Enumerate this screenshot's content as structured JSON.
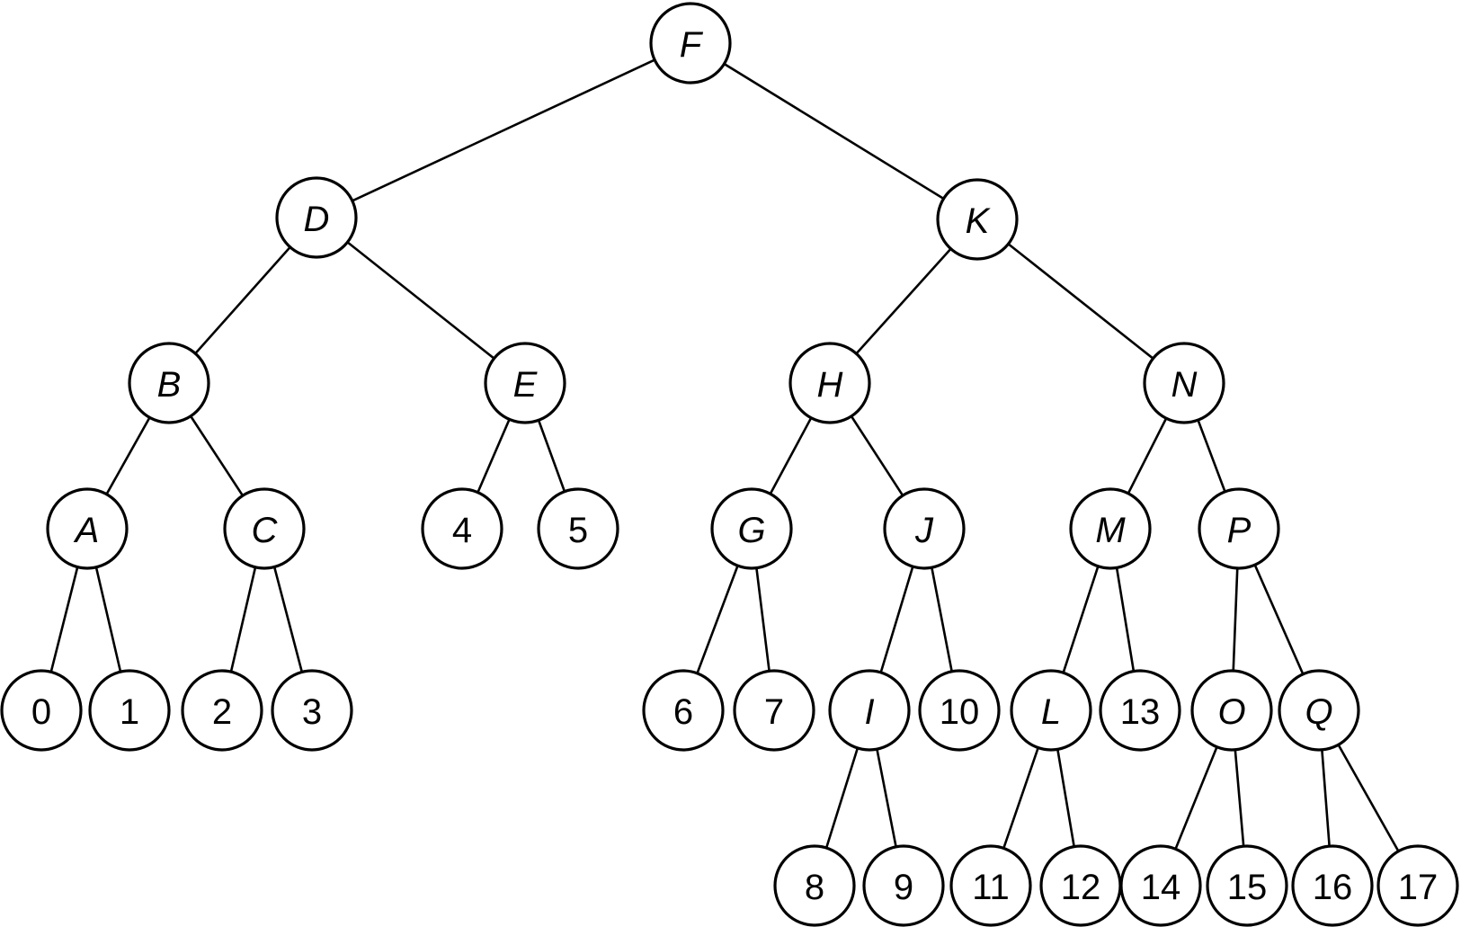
{
  "diagram": {
    "type": "binary-tree",
    "root": "F",
    "internal_nodes": [
      "F",
      "D",
      "K",
      "B",
      "E",
      "H",
      "N",
      "A",
      "C",
      "G",
      "J",
      "M",
      "P",
      "I",
      "L",
      "O",
      "Q"
    ],
    "leaf_nodes": [
      "0",
      "1",
      "2",
      "3",
      "4",
      "5",
      "6",
      "7",
      "8",
      "9",
      "10",
      "11",
      "12",
      "13",
      "14",
      "15",
      "16",
      "17"
    ],
    "edges": [
      [
        "F",
        "D"
      ],
      [
        "F",
        "K"
      ],
      [
        "D",
        "B"
      ],
      [
        "D",
        "E"
      ],
      [
        "K",
        "H"
      ],
      [
        "K",
        "N"
      ],
      [
        "B",
        "A"
      ],
      [
        "B",
        "C"
      ],
      [
        "E",
        "4"
      ],
      [
        "E",
        "5"
      ],
      [
        "H",
        "G"
      ],
      [
        "H",
        "J"
      ],
      [
        "N",
        "M"
      ],
      [
        "N",
        "P"
      ],
      [
        "A",
        "0"
      ],
      [
        "A",
        "1"
      ],
      [
        "C",
        "2"
      ],
      [
        "C",
        "3"
      ],
      [
        "G",
        "6"
      ],
      [
        "G",
        "7"
      ],
      [
        "J",
        "I"
      ],
      [
        "J",
        "10"
      ],
      [
        "M",
        "L"
      ],
      [
        "M",
        "13"
      ],
      [
        "P",
        "O"
      ],
      [
        "P",
        "Q"
      ],
      [
        "I",
        "8"
      ],
      [
        "I",
        "9"
      ],
      [
        "L",
        "11"
      ],
      [
        "L",
        "12"
      ],
      [
        "O",
        "14"
      ],
      [
        "O",
        "15"
      ],
      [
        "Q",
        "16"
      ],
      [
        "Q",
        "17"
      ]
    ]
  },
  "colors": {
    "stroke": "#000000",
    "fill": "#ffffff",
    "text": "#000000"
  }
}
